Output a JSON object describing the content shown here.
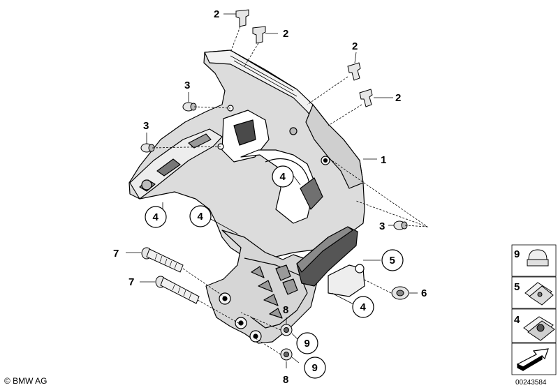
{
  "callouts": [
    {
      "id": "c2a",
      "label": "2"
    },
    {
      "id": "c2b",
      "label": "2"
    },
    {
      "id": "c2c",
      "label": "2"
    },
    {
      "id": "c2d",
      "label": "2"
    },
    {
      "id": "c3a",
      "label": "3"
    },
    {
      "id": "c3b",
      "label": "3"
    },
    {
      "id": "c3c",
      "label": "3"
    },
    {
      "id": "c1",
      "label": "1"
    },
    {
      "id": "c4a",
      "label": "4"
    },
    {
      "id": "c4b",
      "label": "4"
    },
    {
      "id": "c4c",
      "label": "4"
    },
    {
      "id": "c4d",
      "label": "4"
    },
    {
      "id": "c5",
      "label": "5"
    },
    {
      "id": "c6",
      "label": "6"
    },
    {
      "id": "c7a",
      "label": "7"
    },
    {
      "id": "c7b",
      "label": "7"
    },
    {
      "id": "c8a",
      "label": "8"
    },
    {
      "id": "c8b",
      "label": "8"
    },
    {
      "id": "c9a",
      "label": "9"
    },
    {
      "id": "c9b",
      "label": "9"
    }
  ],
  "legend": [
    {
      "label": "9",
      "icon": "cap-nut-icon"
    },
    {
      "label": "5",
      "icon": "speed-nut-icon"
    },
    {
      "label": "4",
      "icon": "clip-nut-icon"
    },
    {
      "label": "",
      "icon": "arrow-icon"
    }
  ],
  "footer": {
    "copyright": "© BMW AG",
    "diagram_number": "00243584"
  }
}
